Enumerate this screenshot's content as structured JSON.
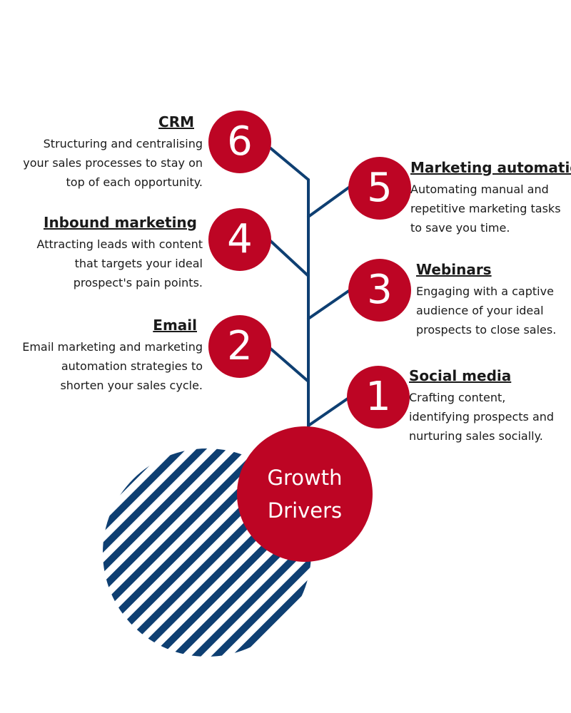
{
  "colors": {
    "accent": "#bd0524",
    "line": "#0e3f72",
    "stripe": "#0e3f72"
  },
  "hub": {
    "line1": "Growth",
    "line2": "Drivers"
  },
  "drivers": [
    {
      "number": "1",
      "title": "Social media",
      "description": "Crafting content,\nidentifying prospects and\nnurturing sales socially."
    },
    {
      "number": "2",
      "title": "Email",
      "description": "Email marketing and marketing\nautomation strategies to\nshorten your sales cycle."
    },
    {
      "number": "3",
      "title": "Webinars",
      "description": "Engaging with a captive\naudience of your ideal\nprospects to close sales."
    },
    {
      "number": "4",
      "title": "Inbound marketing",
      "description": "Attracting leads with content\nthat targets your ideal\nprospect's pain points."
    },
    {
      "number": "5",
      "title": "Marketing automation",
      "description": "Automating manual and\nrepetitive marketing tasks\nto save you time."
    },
    {
      "number": "6",
      "title": "CRM",
      "description": "Structuring and centralising\nyour sales processes to stay on\ntop of each opportunity."
    }
  ]
}
